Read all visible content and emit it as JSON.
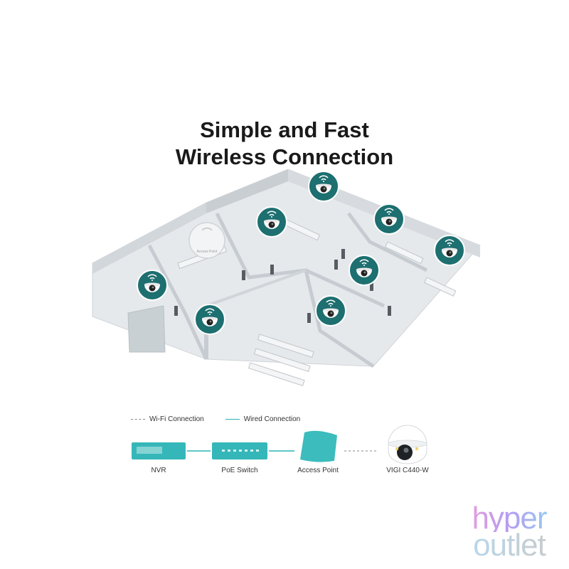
{
  "title": {
    "line1": "Simple and Fast",
    "line2": "Wireless Connection"
  },
  "floorplan": {
    "access_point_label": "Access Point"
  },
  "legend": {
    "wifi": "Wi-Fi Connection",
    "wired": "Wired Connection"
  },
  "devices": {
    "nvr": "NVR",
    "switch": "PoE Switch",
    "ap": "Access Point",
    "camera": "VIGI C440-W"
  },
  "brand": {
    "line1": "hyper",
    "line2": "outlet"
  },
  "colors": {
    "accent": "#2cb3b3",
    "badge": "#1d6f70",
    "floor": "#e4e7ea",
    "wall": "#d3d8dc"
  },
  "icons": [
    "wifi-icon",
    "camera-icon"
  ]
}
